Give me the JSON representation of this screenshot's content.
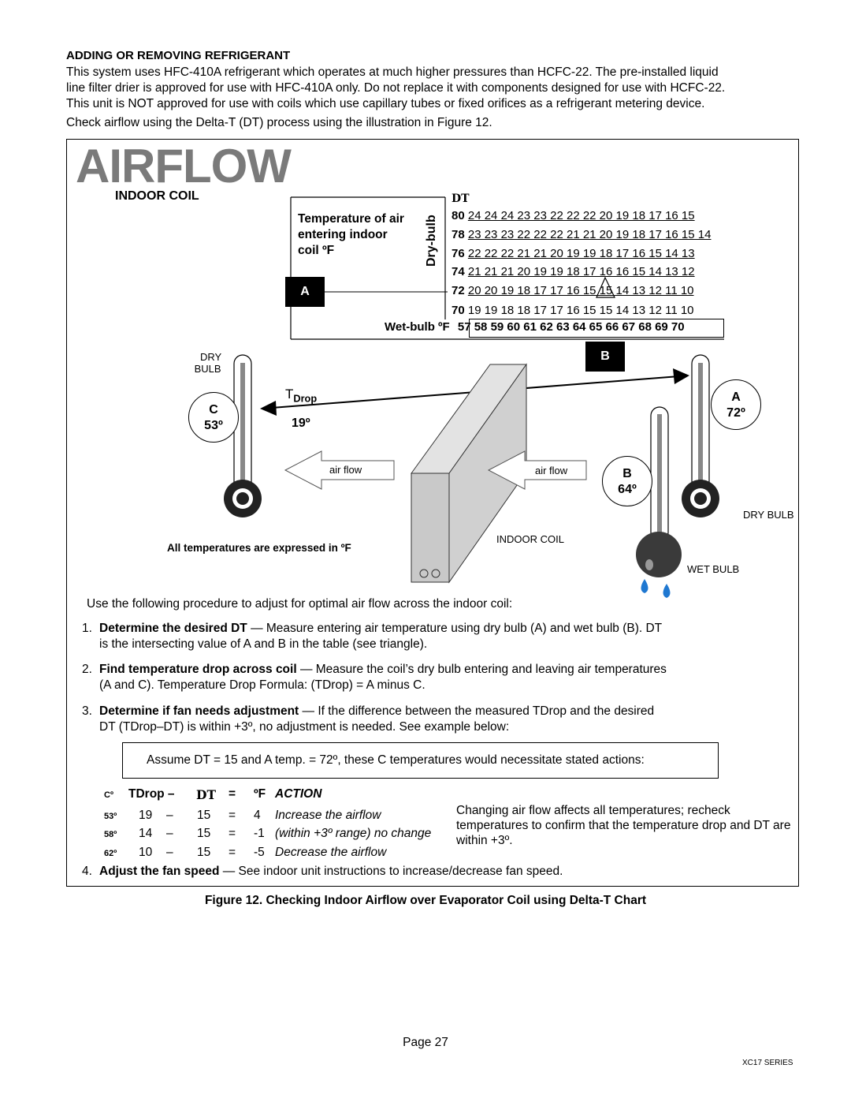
{
  "section_title": "ADDING OR REMOVING REFRIGERANT",
  "intro_lines": [
    "This system uses HFC-410A refrigerant which operates at much higher pressures than HCFC-22. The pre-installed liquid",
    "line filter drier is approved for use with HFC-410A only. Do not replace it with components designed for use with HCFC-22.",
    "This unit is NOT approved for use with coils which use capillary tubes or fixed orifices as a refrigerant metering device."
  ],
  "intro2": "Check airflow using the Delta-T (DT) process using the illustration in Figure 12.",
  "figure": {
    "title": "AIRFLOW",
    "indoor_coil_heading": "INDOOR COIL",
    "temp_label_lines": [
      "Temperature of air",
      "entering indoor",
      "coil ºF"
    ],
    "drybulb_vertical": "Dry-bulb",
    "dt_heading": "DT",
    "table_rows": [
      {
        "db": "80",
        "vals": "24 24 24 23 23 22 22 22 20 19 18 17 16 15"
      },
      {
        "db": "78",
        "vals": "23 23 23 22 22 22 21 21 20 19 18 17 16 15 14"
      },
      {
        "db": "76",
        "vals": "22 22 22 21 21 20 19 19 18 17 16 15 14 13"
      },
      {
        "db": "74",
        "vals": "21 21 21 20 19 19 18 17 16 16 15 14 13 12"
      },
      {
        "db": "72",
        "vals": "20 20 19 18 17 17 16 15 15 14 13 12 11 10"
      },
      {
        "db": "70",
        "vals": "19 19 18 18 17 17 16 15 15 14 13 12 11 10"
      }
    ],
    "wetbulb_label": "Wet-bulb ºF",
    "wetbulb_values": "57 58 59 60 61 62 63 64 65 66 67 68 69 70",
    "box_a": "A",
    "box_b": "B",
    "dry_bulb_left": [
      "DRY",
      "BULB"
    ],
    "circle_c": {
      "letter": "C",
      "temp": "53º"
    },
    "tdrop_label": "T",
    "tdrop_sub": "Drop",
    "tdrop_value": "19º",
    "airflow_left": "air flow",
    "airflow_right": "air flow",
    "circle_a": {
      "letter": "A",
      "temp": "72º"
    },
    "circle_b": {
      "letter": "B",
      "temp": "64º"
    },
    "dry_bulb_right": "DRY BULB",
    "wet_bulb": "WET BULB",
    "indoor_coil_label": "INDOOR COIL",
    "all_temps_note": "All temperatures are expressed in ºF"
  },
  "procedure_intro": "Use the following procedure to adjust for optimal air flow across the indoor coil:",
  "steps": [
    {
      "num": "1.",
      "bold": "Determine the desired DT",
      "text": " — Measure entering air temperature using dry bulb (A) and wet bulb (B). DT",
      "line2": "is the intersecting value of A and B in the table (see triangle)."
    },
    {
      "num": "2.",
      "bold": "Find temperature drop across coil",
      "text": " — Measure the coil’s dry bulb entering and leaving air temperatures",
      "line2": "(A and C). Temperature Drop Formula: (TDrop) = A minus C."
    },
    {
      "num": "3.",
      "bold": "Determine if fan needs adjustment",
      "text": " — If the difference between the measured TDrop and the desired",
      "line2": "DT (TDrop–DT) is within +3º, no adjustment is needed. See example below:"
    }
  ],
  "assume": "Assume DT = 15 and A temp. = 72º, these C temperatures would necessitate stated actions:",
  "action_table": {
    "headers": {
      "c": "Cº",
      "tdrop": "TDrop –",
      "dt": "DT",
      "eq": "=",
      "f": "ºF",
      "action": "ACTION"
    },
    "rows": [
      {
        "c": "53º",
        "tdrop": "19",
        "minus": "–",
        "dt": "15",
        "eq": "=",
        "f": "4",
        "action": "Increase the airflow"
      },
      {
        "c": "58º",
        "tdrop": "14",
        "minus": "–",
        "dt": "15",
        "eq": "=",
        "f": "-1",
        "action": "(within +3º range) no change"
      },
      {
        "c": "62º",
        "tdrop": "10",
        "minus": "–",
        "dt": "15",
        "eq": "=",
        "f": "-5",
        "action": "Decrease the airflow"
      }
    ]
  },
  "change_note": "Changing air flow affects all temperatures; recheck temperatures to confirm that the temperature drop and DT are within +3º.",
  "step4": {
    "num": "4.",
    "bold": "Adjust the fan speed",
    "text": " — See indoor unit instructions to increase/decrease fan speed."
  },
  "figure_caption": "Figure 12. Checking Indoor Airflow over Evaporator Coil using Delta-T Chart",
  "page": "Page 27",
  "series": "XC17 SERIES"
}
